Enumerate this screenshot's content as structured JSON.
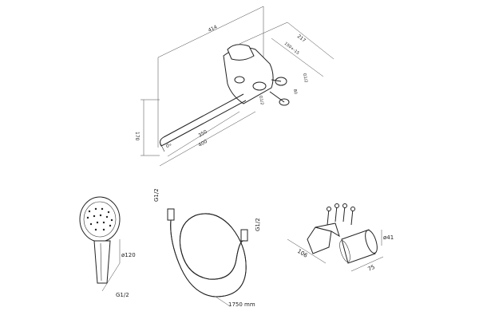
{
  "faucet": {
    "dims": {
      "total_width": "414",
      "body_depth": "217",
      "centers": "150+-15",
      "thread_1": "G1/2",
      "thread_2": "G1/2",
      "height": "170",
      "angle": "0°",
      "spout_1": "350",
      "spout_2": "400",
      "small": "80"
    }
  },
  "shower_head": {
    "diameter": "ø120",
    "thread": "G1/2"
  },
  "hose": {
    "thread_top": "G1/2",
    "thread_right": "G1/2",
    "length": "1750 mm"
  },
  "holder": {
    "length": "106",
    "width": "75",
    "diameter": "ø41"
  }
}
